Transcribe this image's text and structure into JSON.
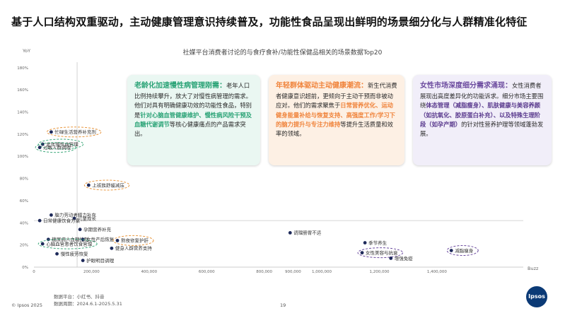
{
  "page_title": "基于人口结构双重驱动，主动健康管理意识持续普及，功能性食品呈现出鲜明的场景细分化与人群精准化特征",
  "chart_data": {
    "type": "scatter",
    "title": "社媒平台消费者讨论的与食疗食补/功能性保健品相关的场景数据Top20",
    "xlabel": "Buzz",
    "ylabel": "YoY",
    "xlim": [
      0,
      1700000
    ],
    "ylim": [
      0,
      1.85
    ],
    "x_ticks": [
      0,
      200000,
      400000,
      600000,
      800000,
      900000,
      1000000,
      1200000,
      1400000
    ],
    "x_tick_labels": [
      "0",
      "200,000",
      "400,000",
      "600,000",
      "800,000",
      "900,000",
      "1,000,000",
      "1,200,000",
      "1,400,000"
    ],
    "y_ticks": [
      0,
      0.2,
      0.4,
      0.6,
      0.8,
      1.0,
      1.2,
      1.4,
      1.6,
      1.8
    ],
    "y_tick_labels": [
      "0%",
      "20%",
      "40%",
      "60%",
      "80%",
      "100%",
      "120%",
      "140%",
      "160%",
      "180%"
    ],
    "ref_x": 150000,
    "ref_y": 0.42,
    "points": [
      {
        "label": "忙碌生活营养补充剂",
        "x": 60000,
        "y": 1.22,
        "circled": "orange"
      },
      {
        "label": "老年慢性病管理",
        "x": 30000,
        "y": 1.11,
        "circled": "green"
      },
      {
        "label": "过敏人群调理",
        "x": 20000,
        "y": 1.08,
        "circled": "green"
      },
      {
        "label": "上班族舒缓减压",
        "x": 190000,
        "y": 0.74,
        "circled": "orange"
      },
      {
        "label": "脑力劳动者精力补充",
        "x": 60000,
        "y": 0.47,
        "circled": ""
      },
      {
        "label": "儿童成长",
        "x": 140000,
        "y": 0.44,
        "circled": ""
      },
      {
        "label": "日常健康饮食方案",
        "x": 20000,
        "y": 0.42,
        "circled": ""
      },
      {
        "label": "孕期营养补充",
        "x": 160000,
        "y": 0.34,
        "circled": ""
      },
      {
        "label": "调理肠胃不适",
        "x": 890000,
        "y": 0.31,
        "circled": ""
      },
      {
        "label": "糖尿病人血糖控制",
        "x": 50000,
        "y": 0.25,
        "circled": ""
      },
      {
        "label": "女性产后恢复",
        "x": 170000,
        "y": 0.25,
        "circled": ""
      },
      {
        "label": "熬夜修复护肝",
        "x": 290000,
        "y": 0.24,
        "circled": "orange"
      },
      {
        "label": "季节养生",
        "x": 1150000,
        "y": 0.22,
        "circled": ""
      },
      {
        "label": "心脑血管患者饮食管理",
        "x": 30000,
        "y": 0.21,
        "circled": "green"
      },
      {
        "label": "健身人群营养支持",
        "x": 270000,
        "y": 0.17,
        "circled": ""
      },
      {
        "label": "减脂瘦身",
        "x": 1450000,
        "y": 0.15,
        "circled": "purple"
      },
      {
        "label": "女性美容与抗衰",
        "x": 1140000,
        "y": 0.13,
        "circled": "purple"
      },
      {
        "label": "慢性疲劳恢复",
        "x": 80000,
        "y": 0.12,
        "circled": ""
      },
      {
        "label": "增强免疫",
        "x": 1240000,
        "y": 0.08,
        "circled": ""
      },
      {
        "label": "护眼明目调理",
        "x": 170000,
        "y": 0.06,
        "circled": ""
      }
    ]
  },
  "callouts": {
    "aging": {
      "heading": "老龄化加速慢性病管理刚需：",
      "text1": "老年人口比例持续攀升，放大了对慢性病管理的需求。他们对具有明确健康功效的功能性食品，特别是",
      "highlight": "针对心脑血管健康维护、慢性病风险干预及血糖代谢调节",
      "text2": "等核心健康痛点的产品需求突出。"
    },
    "young": {
      "heading": "年轻群体驱动主动健康潮流：",
      "text1": "新生代消费者健康意识超前，更倾向于主动干预而非被动应对。他们的需求聚焦于",
      "highlight": "日常营养优化、运动健身能量补给与恢复支持、高强度工作/学习下的脑力提升与专注力维持",
      "text2": "等提升生活质量和效率的领域。"
    },
    "women": {
      "heading": "女性市场深度细分需求涌现：",
      "text1": "女性消费者展现出高度差异化的功能诉求。细分市场主要围绕",
      "highlight": "体态管理（减脂瘦身）、肌肤健康与美容养颜（如抗氧化、胶原蛋白补充）、以及特殊生理阶段（如孕产期）",
      "text2": "的针对性营养护理等领域蓬勃发展。"
    }
  },
  "footer": {
    "copyright": "© Ipsos 2025",
    "source_platform": "数据平台：小红书、抖音",
    "source_period": "数据周期：2024.6.1-2025.5.31",
    "page_number": "19"
  },
  "brand": "Ipsos",
  "colors": {
    "dot": "#1e2a5a",
    "orange": "#e8963d",
    "green": "#3fa97c",
    "purple": "#6b4a9e",
    "axis_text": "#666666"
  }
}
